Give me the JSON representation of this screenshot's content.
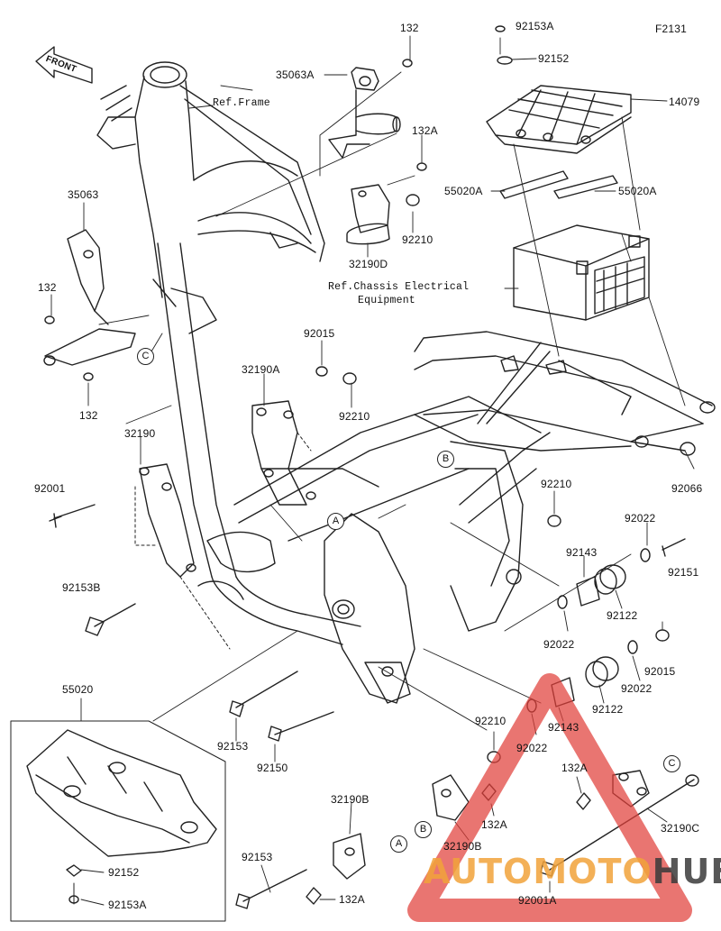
{
  "diagram": {
    "figure_code": "F2131",
    "direction_label": "FRONT",
    "parts": [
      {
        "id": "lbl-92153A-top",
        "text": "92153A"
      },
      {
        "id": "lbl-132-top",
        "text": "132"
      },
      {
        "id": "lbl-92152-top",
        "text": "92152"
      },
      {
        "id": "lbl-35063A",
        "text": "35063A"
      },
      {
        "id": "lbl-ref-frame",
        "text": "Ref.Frame"
      },
      {
        "id": "lbl-14079",
        "text": "14079"
      },
      {
        "id": "lbl-132A-top",
        "text": "132A"
      },
      {
        "id": "lbl-35063",
        "text": "35063"
      },
      {
        "id": "lbl-55020A-left",
        "text": "55020A"
      },
      {
        "id": "lbl-55020A-right",
        "text": "55020A"
      },
      {
        "id": "lbl-92210-top",
        "text": "92210"
      },
      {
        "id": "lbl-32190D",
        "text": "32190D"
      },
      {
        "id": "lbl-132-left",
        "text": "132"
      },
      {
        "id": "lbl-ref-chassis-1",
        "text": "Ref.Chassis Electrical"
      },
      {
        "id": "lbl-ref-chassis-2",
        "text": "Equipment"
      },
      {
        "id": "lbl-92015-top",
        "text": "92015"
      },
      {
        "id": "lbl-132-mid",
        "text": "132"
      },
      {
        "id": "lbl-32190A",
        "text": "32190A"
      },
      {
        "id": "lbl-92210-mid",
        "text": "92210"
      },
      {
        "id": "lbl-32190",
        "text": "32190"
      },
      {
        "id": "lbl-92001",
        "text": "92001"
      },
      {
        "id": "lbl-92066",
        "text": "92066"
      },
      {
        "id": "lbl-92210-right",
        "text": "92210"
      },
      {
        "id": "lbl-92022-top",
        "text": "92022"
      },
      {
        "id": "lbl-92143-top",
        "text": "92143"
      },
      {
        "id": "lbl-92151",
        "text": "92151"
      },
      {
        "id": "lbl-92153B",
        "text": "92153B"
      },
      {
        "id": "lbl-92122-top",
        "text": "92122"
      },
      {
        "id": "lbl-92022-mid",
        "text": "92022"
      },
      {
        "id": "lbl-92015-right",
        "text": "92015"
      },
      {
        "id": "lbl-92022-low",
        "text": "92022"
      },
      {
        "id": "lbl-92122-low",
        "text": "92122"
      },
      {
        "id": "lbl-55020",
        "text": "55020"
      },
      {
        "id": "lbl-92210-low",
        "text": "92210"
      },
      {
        "id": "lbl-92143-low",
        "text": "92143"
      },
      {
        "id": "lbl-92022-bottom",
        "text": "92022"
      },
      {
        "id": "lbl-92153",
        "text": "92153"
      },
      {
        "id": "lbl-92150",
        "text": "92150"
      },
      {
        "id": "lbl-132A-low",
        "text": "132A"
      },
      {
        "id": "lbl-32190B-left",
        "text": "32190B"
      },
      {
        "id": "lbl-132A-right",
        "text": "132A"
      },
      {
        "id": "lbl-32190C",
        "text": "32190C"
      },
      {
        "id": "lbl-32190B-right",
        "text": "32190B"
      },
      {
        "id": "lbl-92152-low",
        "text": "92152"
      },
      {
        "id": "lbl-92153-low",
        "text": "92153"
      },
      {
        "id": "lbl-132A-bottom",
        "text": "132A"
      },
      {
        "id": "lbl-92001A",
        "text": "92001A"
      },
      {
        "id": "lbl-92153A-low",
        "text": "92153A"
      }
    ],
    "callouts": [
      {
        "id": "co-C-left",
        "text": "C"
      },
      {
        "id": "co-B-mid",
        "text": "B"
      },
      {
        "id": "co-A-mid",
        "text": "A"
      },
      {
        "id": "co-C-right",
        "text": "C"
      },
      {
        "id": "co-A-low",
        "text": "A"
      },
      {
        "id": "co-B-low",
        "text": "B"
      }
    ]
  },
  "watermark": {
    "part1": "AUTOMOTO",
    "part2": "HUB",
    "color_orange": "#f2a33a",
    "color_dark": "#3a3a3a",
    "color_red": "#e0403a"
  }
}
